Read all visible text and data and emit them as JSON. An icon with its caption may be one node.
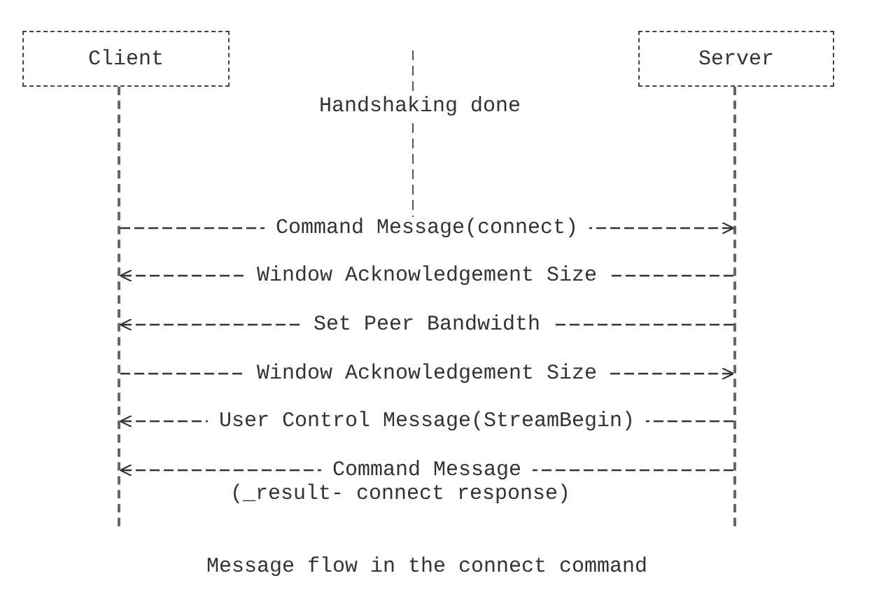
{
  "diagram": {
    "caption": "Message flow in the connect command",
    "nodes": [
      {
        "text": [
          "Client"
        ]
      },
      {
        "text": [
          "Server"
        ]
      },
      {
        "text": [],
        "shape": "bar"
      },
      {
        "text": [],
        "shape": "bar"
      }
    ],
    "edges": [
      {
        "from": 2,
        "to": 3,
        "arrow": "to",
        "label": "Command Message(connect)"
      },
      {
        "from": 3,
        "to": 2,
        "arrow": "to",
        "label": "Window Acknowledgement Size"
      },
      {
        "from": 3,
        "to": 2,
        "arrow": "to",
        "label": "Set Peer Bandwidth"
      },
      {
        "from": 2,
        "to": 3,
        "arrow": "to",
        "label": "Window Acknowledgement Size"
      },
      {
        "from": 3,
        "to": 2,
        "arrow": "to",
        "label": "User Control Message(StreamBegin)"
      },
      {
        "from": 3,
        "to": 2,
        "arrow": "to",
        "label": "Command Message"
      }
    ],
    "labels": [
      "Handshaking done",
      "(_result- connect response)"
    ]
  }
}
